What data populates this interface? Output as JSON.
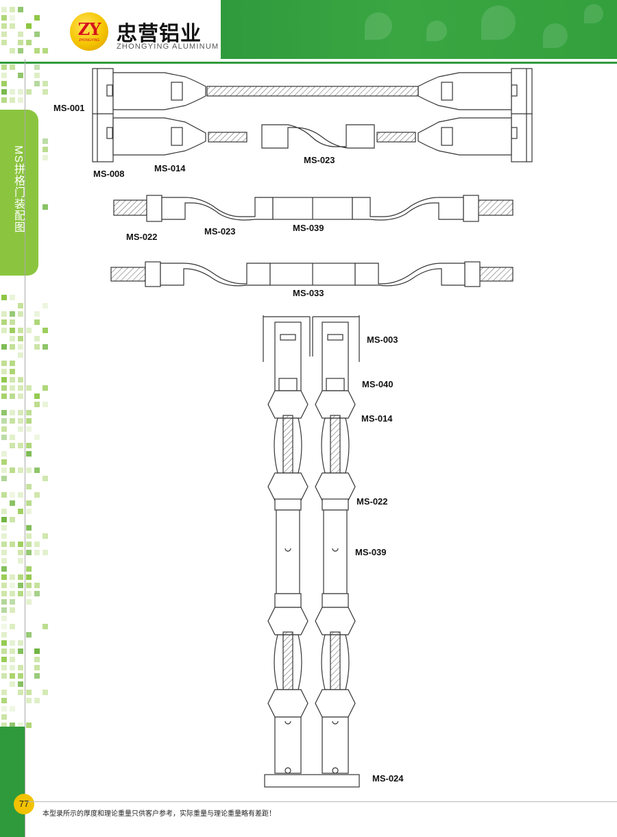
{
  "header": {
    "logo_letters": "ZY",
    "logo_small": "ZHONGYING",
    "brand_cn": "忠营铝业",
    "brand_en": "ZHONGYING ALUMINUM"
  },
  "side_tab": {
    "title": "MS拼格门装配图"
  },
  "labels": {
    "ms001": "MS-001",
    "ms008": "MS-008",
    "ms014_top": "MS-014",
    "ms023_top": "MS-023",
    "ms022_mid": "MS-022",
    "ms023_mid": "MS-023",
    "ms039_mid": "MS-039",
    "ms033": "MS-033",
    "ms003": "MS-003",
    "ms040": "MS-040",
    "ms014_v": "MS-014",
    "ms022_v": "MS-022",
    "ms039_v": "MS-039",
    "ms024": "MS-024"
  },
  "footer": {
    "page_number": "77",
    "note": "本型录所示的厚度和理论重量只供客户参考，实际重量与理论重量略有差距！"
  },
  "colors": {
    "brand_green": "#2f9a3c",
    "tab_green": "#8bc53f",
    "logo_yellow": "#f2c200",
    "logo_red": "#d6121b"
  }
}
